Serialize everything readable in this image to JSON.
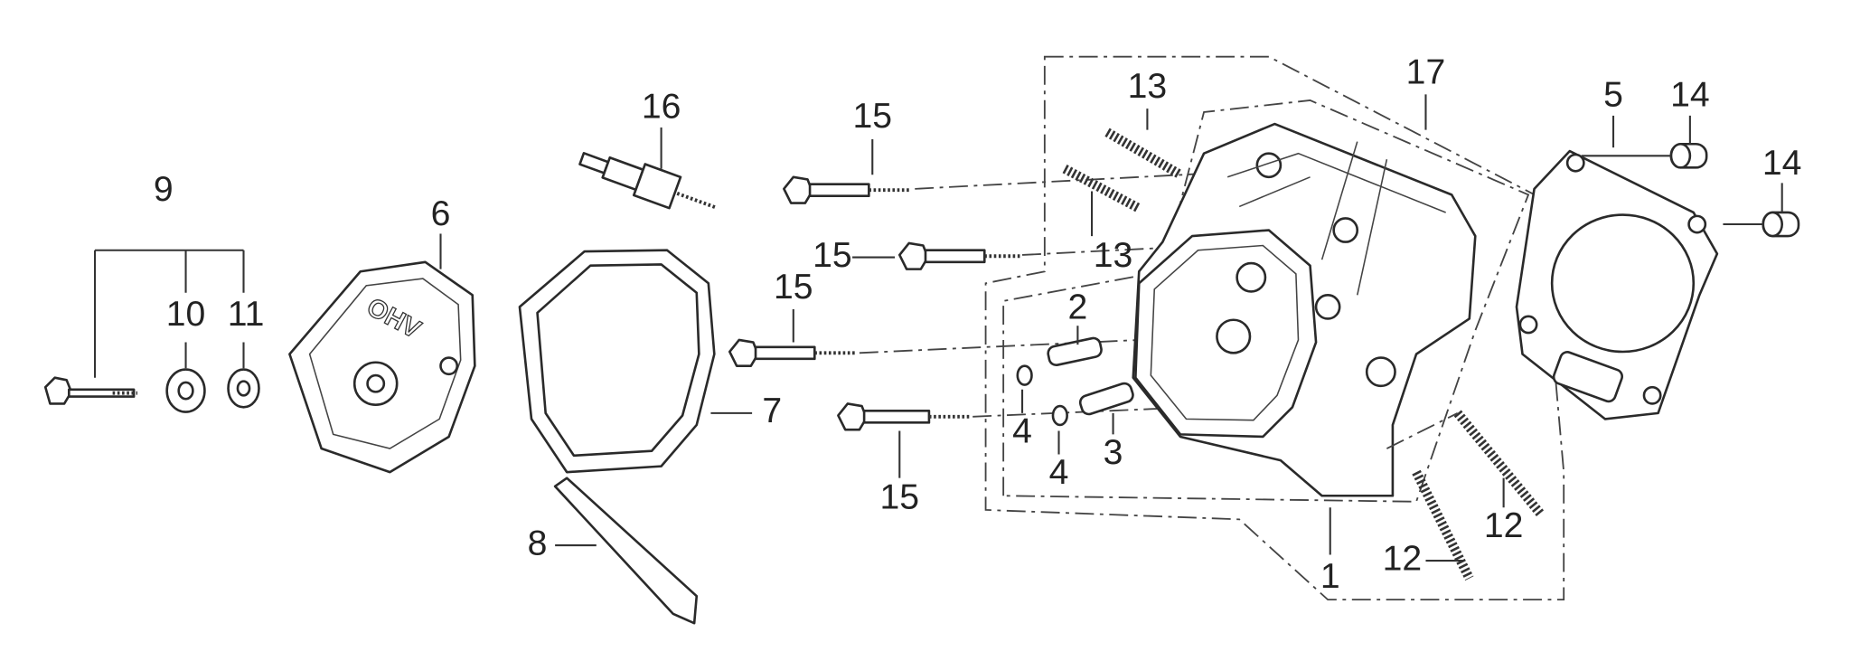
{
  "diagram": {
    "title": "Cylinder head exploded view",
    "callouts": [
      {
        "id": "9",
        "text": "9"
      },
      {
        "id": "10",
        "text": "10"
      },
      {
        "id": "11",
        "text": "11"
      },
      {
        "id": "6",
        "text": "6"
      },
      {
        "id": "16",
        "text": "16"
      },
      {
        "id": "15a",
        "text": "15"
      },
      {
        "id": "15b",
        "text": "15"
      },
      {
        "id": "15c",
        "text": "15"
      },
      {
        "id": "15d",
        "text": "15"
      },
      {
        "id": "13a",
        "text": "13"
      },
      {
        "id": "13b",
        "text": "13"
      },
      {
        "id": "17",
        "text": "17"
      },
      {
        "id": "5",
        "text": "5"
      },
      {
        "id": "14a",
        "text": "14"
      },
      {
        "id": "14b",
        "text": "14"
      },
      {
        "id": "2",
        "text": "2"
      },
      {
        "id": "4a",
        "text": "4"
      },
      {
        "id": "4b",
        "text": "4"
      },
      {
        "id": "3",
        "text": "3"
      },
      {
        "id": "7",
        "text": "7"
      },
      {
        "id": "8",
        "text": "8"
      },
      {
        "id": "1",
        "text": "1"
      },
      {
        "id": "12a",
        "text": "12"
      },
      {
        "id": "12b",
        "text": "12"
      }
    ],
    "cover_logo": "OHV"
  }
}
